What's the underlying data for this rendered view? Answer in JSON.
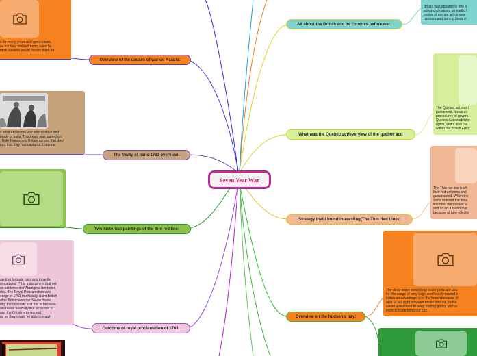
{
  "center": {
    "title": "Seven Year War"
  },
  "left": [
    {
      "label": "Overview of the causes of war on Acadia:",
      "text_lines": [
        "s for many years and generations,",
        "se but they disliked being ruled by",
        "ritish soldiers would harass them for"
      ]
    },
    {
      "label": "The treaty of paris 1763 overview:",
      "text_lines": [
        "s what ended the war when Britain and",
        "treaty of paris. This treaty was signed on",
        ". Both France and Britain agreed that they",
        "tory that they had captured from one"
      ]
    },
    {
      "label": "Two historical paintings of the thin red line:"
    },
    {
      "label": "Outcome of royal proclamation of 1763:",
      "text_lines": [
        "aw that forbade colonists to settle",
        "mountains. (*It is a document that set",
        "an settlement of Aboriginal territories",
        "rica. The Royal Proclamation was",
        "eorge in 1763 to officially claim British",
        "after Britain won the Seven Years",
        "ring the colonists and this is because",
        "ation was basically like an action to",
        "and the British only wanted",
        "ns so they would be able to watch"
      ]
    }
  ],
  "right": [
    {
      "label": "All about the British and its colonies before war:",
      "text_lines": [
        "Britain was apparently one o",
        "advanced nations on earth. I",
        "center of europe with impor",
        "partners and turning them in"
      ]
    },
    {
      "label": "What was the Quebec act/overview of the quebec act:",
      "text_lines": [
        "The Quebec act was l",
        "parliament. It was an",
        "procedures of govern",
        "Quebec Act establishe",
        "rights, and it also cre",
        "within the British Emp"
      ]
    },
    {
      "label": "Strategy that I found interesting(The Thin Red Line):",
      "text_lines": [
        "The Thin red line is wh",
        "their red uniforms and",
        "guns loaded. When the",
        "wolfe ordered the lines",
        "line fired then would lo",
        "and so on. I found that",
        "because of how effectiv"
      ]
    },
    {
      "label": "Overview on the hudson's bay:",
      "text_lines": [
        "The deep water ports(deep water ports are usu",
        "for the usage of very large and heavily loaded s",
        "british an advantage over the french because of",
        "able to sell right between britain and the hudso",
        "would allow them to bring trading goods and wi",
        "them to trade/bring out furs."
      ]
    }
  ],
  "colors": {
    "center_border": "#e0207c",
    "center_text": "#c2185b",
    "orange": "#f5821f",
    "tan": "#c8a27a",
    "olive": "#8bc34a",
    "pink": "#f0b5d0",
    "teal": "#7fd4cf",
    "lime": "#d6ef9a",
    "peach": "#f2b896",
    "green": "#2e9a3a"
  },
  "icons": [
    "camera-icon"
  ]
}
